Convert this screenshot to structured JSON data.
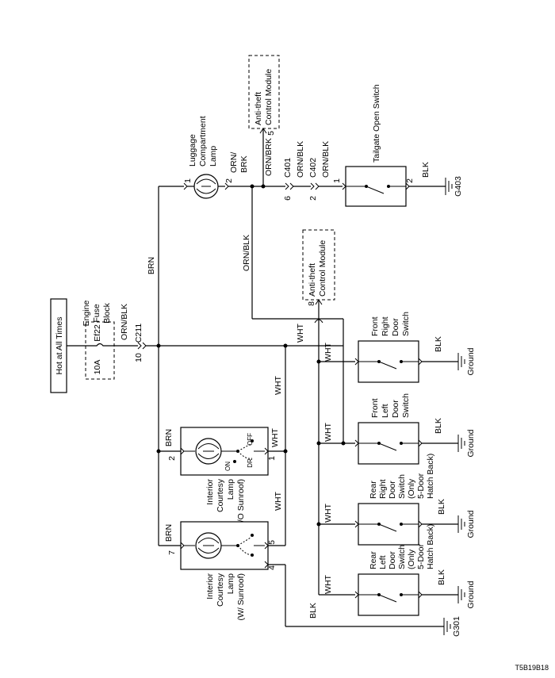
{
  "power": {
    "hot_label": "Hot at All Times"
  },
  "fuse_block": {
    "name_l1": "Engine",
    "name_l2": "Fuse",
    "name_l3": "Block",
    "fuse_id": "Ef22",
    "rating": "10A"
  },
  "connectors": {
    "c211": "C211",
    "c211_pin": "10",
    "c401": "C401",
    "c401_pin": "6",
    "c402": "C402",
    "c402_pin": "2"
  },
  "wires": {
    "orn_blk": "ORN/BLK",
    "brn": "BRN",
    "wht": "WHT",
    "blk": "BLK",
    "orn_brk": "ORN/BRK",
    "orn_slash": "ORN/",
    "brk": "BRK"
  },
  "components": {
    "luggage_lamp": {
      "l1": "Luggage",
      "l2": "Compartment",
      "l3": "Lamp",
      "pin1": "1",
      "pin2": "2"
    },
    "antitheft_top": {
      "l1": "Anti-theft",
      "l2": "Control Module",
      "pin": "5"
    },
    "antitheft_mid": {
      "l1": "Anti-theft",
      "l2": "Control Module",
      "pin": "8"
    },
    "tailgate_switch": {
      "label": "Tailgate Open Switch",
      "pin1": "1",
      "pin2": "2"
    },
    "courtesy_wo": {
      "l1": "Interior",
      "l2": "Courtesy",
      "l3": "Lamp",
      "l4": "(W/O Sunroof)",
      "pin1": "1",
      "pin2": "2",
      "off": "OFF",
      "on": "ON",
      "dr": "DR"
    },
    "courtesy_w": {
      "l1": "Interior",
      "l2": "Courtesy",
      "l3": "Lamp",
      "l4": "(W/ Sunroof)",
      "pin4": "4",
      "pin5": "5",
      "pin7": "7"
    },
    "fr_door": {
      "l1": "Front",
      "l2": "Right",
      "l3": "Door",
      "l4": "Switch"
    },
    "fl_door": {
      "l1": "Front",
      "l2": "Left",
      "l3": "Door",
      "l4": "Switch"
    },
    "rr_door": {
      "l1": "Rear",
      "l2": "Right",
      "l3": "Door",
      "l4": "Switch",
      "l5": "(Only",
      "l6": "5-Door",
      "l7": "Hatch Back)"
    },
    "rl_door": {
      "l1": "Rear",
      "l2": "Left",
      "l3": "Door",
      "l4": "Switch",
      "l5": "(Only",
      "l6": "5-Door",
      "l7": "Hatch Back)"
    }
  },
  "grounds": {
    "g403": "G403",
    "g301": "G301",
    "ground": "Ground"
  },
  "figure_code": "T5B19B18"
}
